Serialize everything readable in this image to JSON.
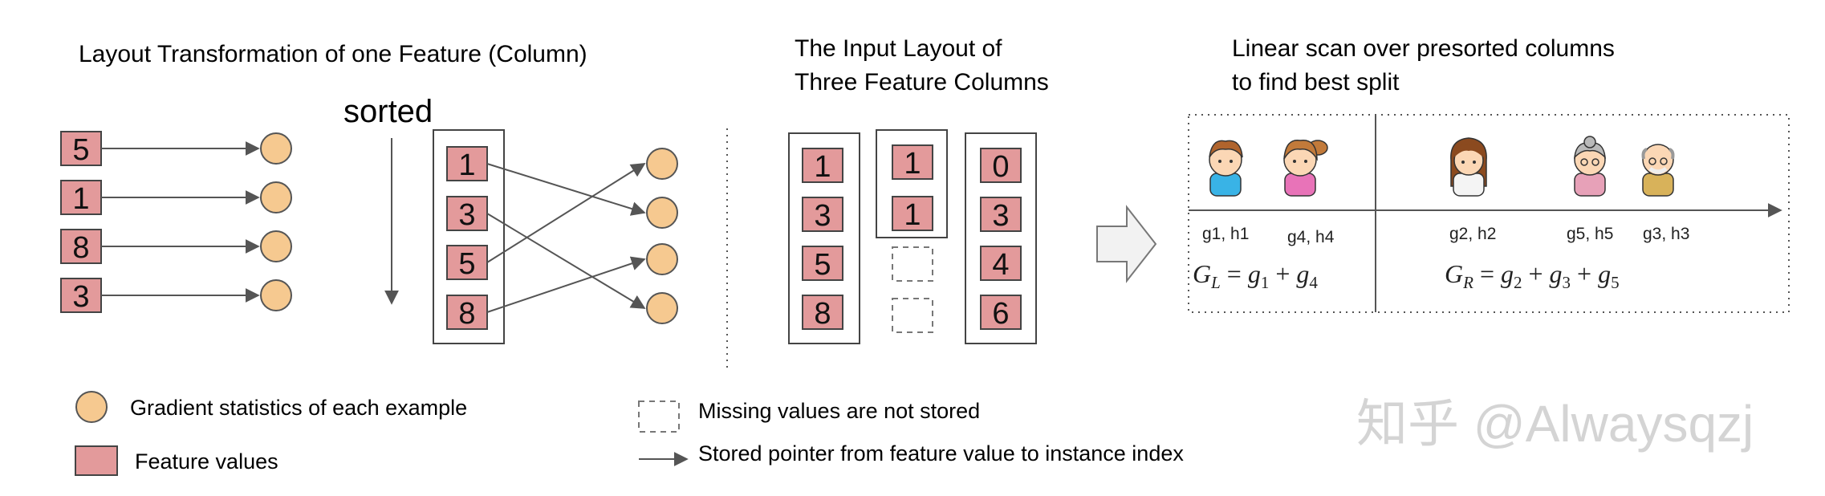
{
  "panel1": {
    "title": "Layout Transformation of one Feature (Column)",
    "sorted_label": "sorted",
    "unsorted_values": [
      "5",
      "1",
      "8",
      "3"
    ],
    "sorted_values": [
      "1",
      "3",
      "5",
      "8"
    ]
  },
  "panel2": {
    "title_line1": "The Input Layout of",
    "title_line2": "Three Feature Columns",
    "column1": [
      "1",
      "3",
      "5",
      "8"
    ],
    "column2": [
      "1",
      "1"
    ],
    "column3": [
      "0",
      "3",
      "4",
      "6"
    ]
  },
  "panel3": {
    "title_line1": "Linear scan over presorted columns",
    "title_line2": "to find best split",
    "instance_labels": [
      "g1, h1",
      "g4, h4",
      "g2, h2",
      "g5, h5",
      "g3, h3"
    ],
    "left_formula": "G_L = g1 + g4",
    "right_formula": "G_R = g2 + g3 + g5"
  },
  "legend": {
    "gradient": "Gradient statistics of each example",
    "feature": "Feature values",
    "missing": "Missing values are not stored",
    "pointer": "Stored pointer from feature value to instance index"
  },
  "watermark": "知乎 @Alwaysqzj",
  "colors": {
    "feature_box": "#e39a9b",
    "gradient_circle": "#f6c990"
  }
}
